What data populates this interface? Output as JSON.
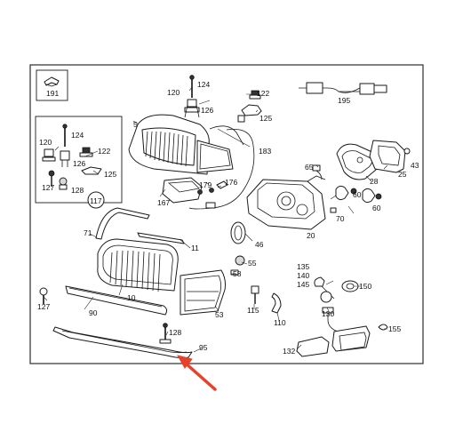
{
  "labels": {
    "p191": "191",
    "p124a": "124",
    "p120a": "120",
    "p126a": "126",
    "p122a": "122",
    "p125a": "125",
    "p195": "195",
    "p5": "5",
    "p183": "183",
    "p124b": "124",
    "p120b": "120",
    "p122b": "122",
    "p126b": "126",
    "p125b": "125",
    "p127a": "127",
    "p128a": "128",
    "p117": "117",
    "p65": "65",
    "p28": "28",
    "p43": "43",
    "p25": "25",
    "p60a": "60",
    "p60b": "60",
    "p70": "70",
    "p20": "20",
    "p167": "167",
    "p179": "179",
    "p176": "176",
    "p71": "71",
    "p11": "11",
    "p46": "46",
    "p55": "55",
    "p58": "58",
    "p10": "10",
    "p127b": "127",
    "p90": "90",
    "p53": "53",
    "p115": "115",
    "p110": "110",
    "p135": "135",
    "p140": "140",
    "p145": "145",
    "p150": "150",
    "p130": "130",
    "p155": "155",
    "p128b": "128",
    "p95": "95",
    "p132": "132"
  },
  "colors": {
    "frame": "#1a1a1a",
    "arrow": "#e8402a",
    "background": "#ffffff"
  },
  "icons": [
    "bulb-icon",
    "clip-icon",
    "screw-icon",
    "arrow-icon"
  ]
}
